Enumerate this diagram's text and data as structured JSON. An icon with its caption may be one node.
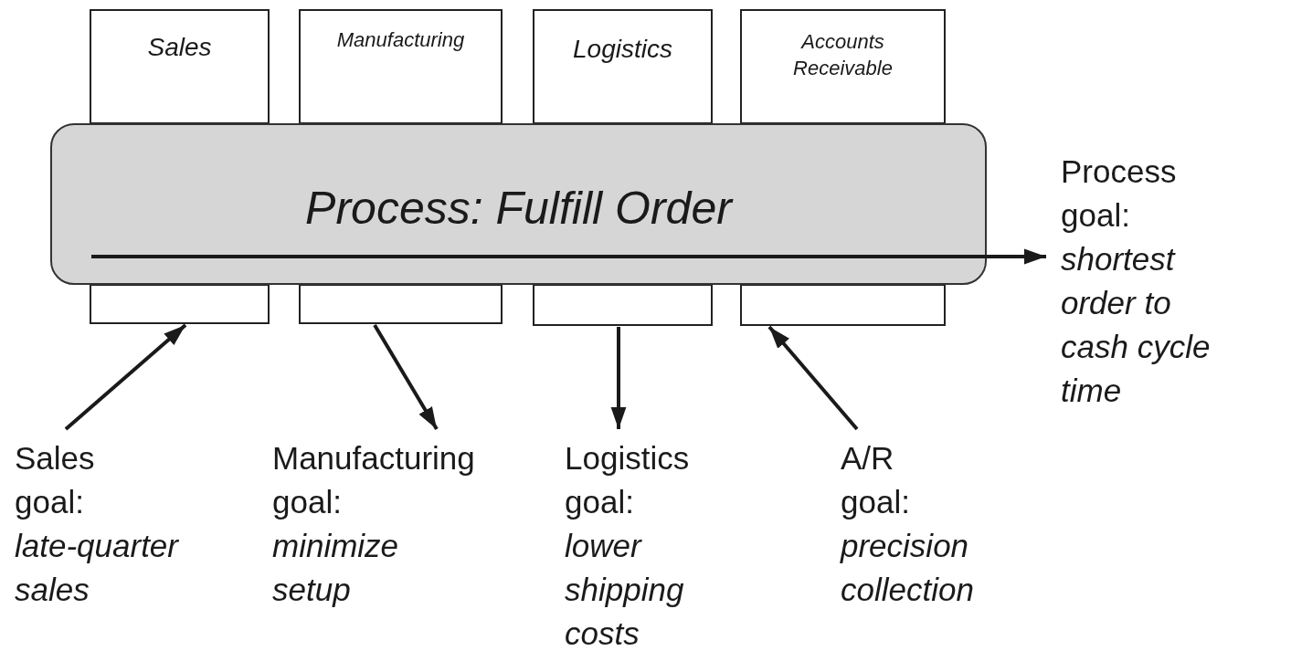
{
  "diagram": {
    "nodes": [
      {
        "text": [
          "Sales"
        ]
      },
      {
        "text": [
          "Manufacturing"
        ]
      },
      {
        "text": [
          "Logistics"
        ]
      },
      {
        "text": [
          "Accounts Receivable"
        ]
      },
      {
        "text": [
          "Process: Fulfill Order"
        ]
      },
      {
        "text": [],
        "shape": "box"
      },
      {
        "text": [],
        "shape": "box"
      },
      {
        "text": [],
        "shape": "box"
      },
      {
        "text": [],
        "shape": "box"
      },
      {
        "text": [
          "Sales goal:",
          "late-quarter sales"
        ]
      },
      {
        "text": [
          "Manufacturing goal:",
          "minimize setup"
        ]
      },
      {
        "text": [
          "Logistics goal:",
          "lower shipping costs"
        ]
      },
      {
        "text": [
          "A/R goal:",
          "precision collection"
        ]
      },
      {
        "text": [
          "Process goal:",
          "shortest order to cash cycle time"
        ]
      }
    ],
    "edges": [
      {
        "from": 9,
        "to": 5,
        "arrow": "to"
      },
      {
        "from": 6,
        "to": 10,
        "arrow": "to"
      },
      {
        "from": 7,
        "to": 11,
        "arrow": "to"
      },
      {
        "from": 12,
        "to": 8,
        "arrow": "to"
      },
      {
        "from": 4,
        "to": 13,
        "arrow": "to"
      }
    ]
  }
}
